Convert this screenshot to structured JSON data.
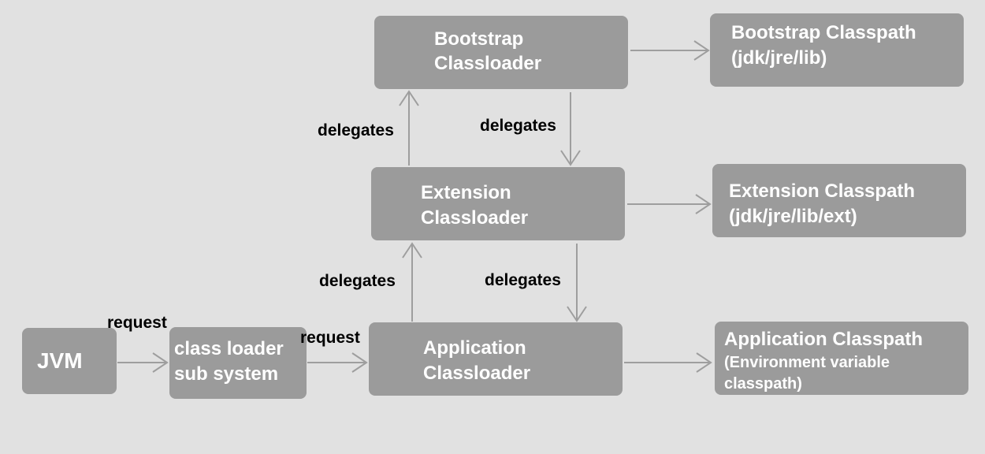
{
  "colors": {
    "background": "#e1e1e1",
    "box_fill": "#9b9b9b",
    "box_text": "#ffffff",
    "label_text": "#000000",
    "arrow": "#9e9e9e"
  },
  "nodes": {
    "bootstrap_loader": {
      "line1": "Bootstrap",
      "line2": "Classloader"
    },
    "bootstrap_classpath": {
      "line1": "Bootstrap Classpath",
      "line2": "(jdk/jre/lib)"
    },
    "extension_loader": {
      "line1": "Extension",
      "line2": "Classloader"
    },
    "extension_classpath": {
      "line1": "Extension Classpath",
      "line2": "(jdk/jre/lib/ext)"
    },
    "application_loader": {
      "line1": "Application",
      "line2": "Classloader"
    },
    "application_classpath": {
      "line1": "Application Classpath",
      "line2": "(Environment variable",
      "line3": "classpath)"
    },
    "jvm": {
      "label": "JVM"
    },
    "subsystem": {
      "line1": "class loader",
      "line2": "sub system"
    }
  },
  "edge_labels": {
    "delegates": "delegates",
    "request": "request"
  }
}
